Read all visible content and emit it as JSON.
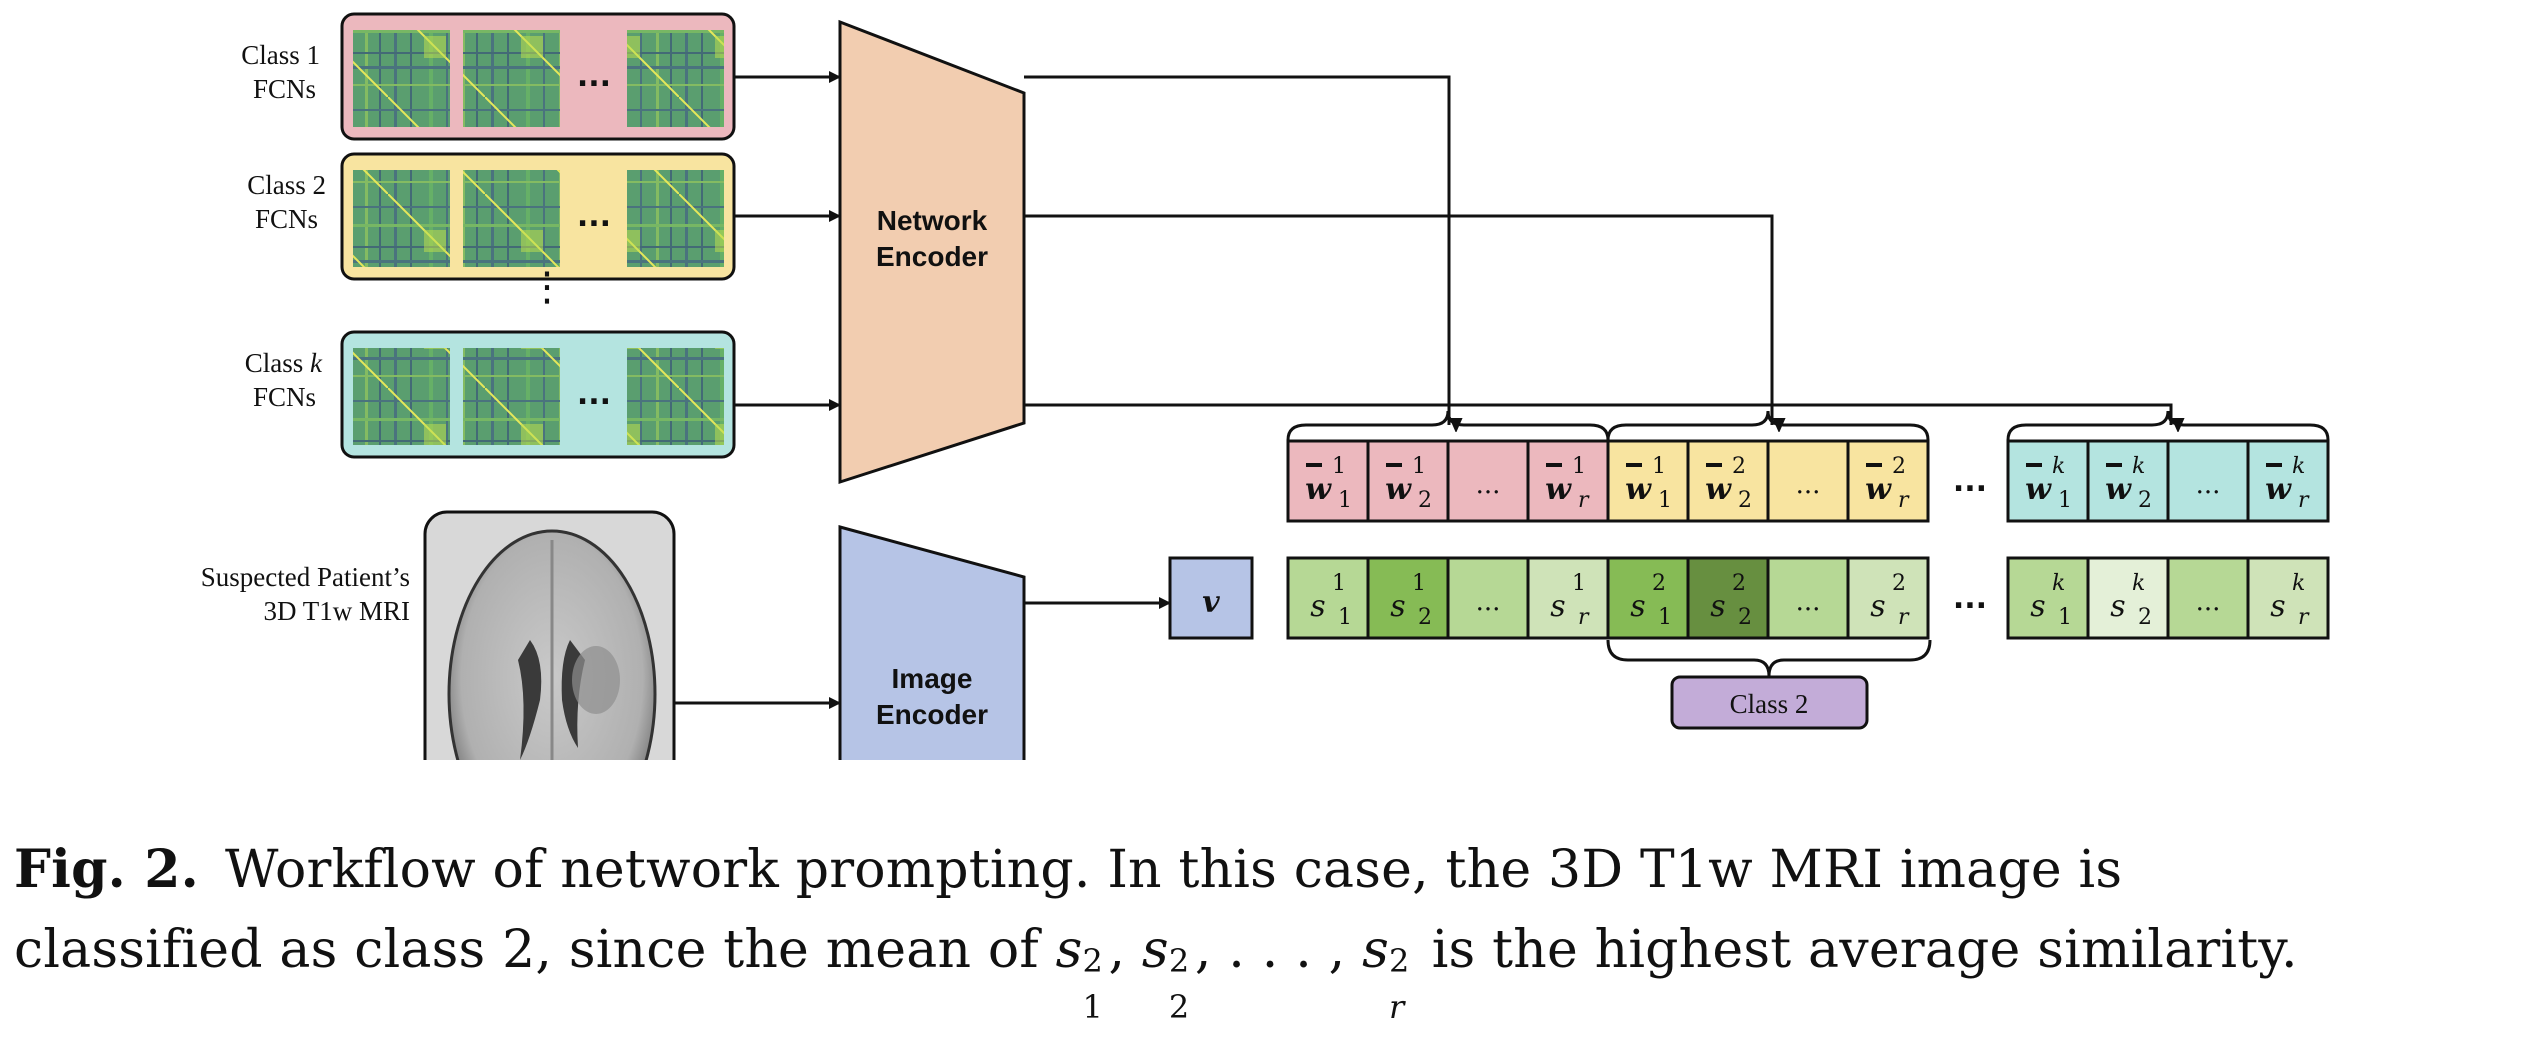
{
  "figure": {
    "fcn_groups": [
      {
        "label_line1": "Class 1",
        "label_line2": "FCNs",
        "color": "#ecb8be",
        "ellipsis": "..."
      },
      {
        "label_line1": "Class 2",
        "label_line2": "FCNs",
        "color": "#f8e4a0",
        "ellipsis": "..."
      },
      {
        "label_line1": "Class ",
        "label_italic": "k",
        "label_line2": "FCNs",
        "color": "#b4e4e0",
        "ellipsis": "..."
      }
    ],
    "vertical_ellipsis": "⋮",
    "network_encoder": {
      "line1": "Network",
      "line2": "Encoder",
      "color": "#f2cdb0"
    },
    "image_encoder": {
      "line1": "Image",
      "line2": "Encoder",
      "color": "#b6c4e6"
    },
    "mri_label_line1": "Suspected Patient’s",
    "mri_label_line2": "3D T1w MRI",
    "v_box": {
      "symbol": "v",
      "color": "#b6c4e6"
    },
    "weight_groups": [
      {
        "superscript": "1",
        "color": "#ecb8be",
        "cells": [
          {
            "sub": "1",
            "sup": "1"
          },
          {
            "sub": "2",
            "sup": "1"
          },
          {
            "text": "..."
          },
          {
            "sub": "r",
            "sup": "1"
          }
        ]
      },
      {
        "superscript": "2",
        "color": "#f8e4a0",
        "cells": [
          {
            "sub": "1",
            "sup": "1"
          },
          {
            "sub": "2",
            "sup": "2"
          },
          {
            "text": "..."
          },
          {
            "sub": "r",
            "sup": "2"
          }
        ]
      },
      {
        "superscript": "k",
        "color": "#b4e4e0",
        "cells": [
          {
            "sub": "1",
            "sup": "k"
          },
          {
            "sub": "2",
            "sup": "k"
          },
          {
            "text": "..."
          },
          {
            "sub": "r",
            "sup": "k"
          }
        ]
      }
    ],
    "similarity_groups": [
      {
        "cells": [
          {
            "sub": "1",
            "sup": "1",
            "color": "#b6d895"
          },
          {
            "sub": "2",
            "sup": "1",
            "color": "#86bb55"
          },
          {
            "text": "...",
            "color": "#b6d895"
          },
          {
            "sub": "r",
            "sup": "1",
            "color": "#cfe3b8"
          }
        ]
      },
      {
        "cells": [
          {
            "sub": "1",
            "sup": "2",
            "color": "#86bb55"
          },
          {
            "sub": "2",
            "sup": "2",
            "color": "#678f40"
          },
          {
            "text": "...",
            "color": "#b6d895"
          },
          {
            "sub": "r",
            "sup": "2",
            "color": "#cfe3b8"
          }
        ]
      },
      {
        "cells": [
          {
            "sub": "1",
            "sup": "k",
            "color": "#b6d895"
          },
          {
            "sub": "2",
            "sup": "k",
            "color": "#e4f0d8"
          },
          {
            "text": "...",
            "color": "#b6d895"
          },
          {
            "sub": "r",
            "sup": "k",
            "color": "#cfe3b8"
          }
        ]
      }
    ],
    "row_ellipsis": "...",
    "result_label": "Class 2",
    "result_color": "#c3acd8",
    "weight_symbol": "w",
    "similarity_symbol": "s"
  },
  "caption": {
    "fig_number": "Fig. 2.",
    "line1_text": "Workflow of network prompting. In this case, the 3D T1w MRI image is",
    "line2_prefix": "classified as class 2, since the mean of ",
    "line2_suffix": " is the highest average similarity.",
    "math_terms": [
      {
        "sym": "s",
        "sup": "2",
        "sub": "1",
        "after": ", "
      },
      {
        "sym": "s",
        "sup": "2",
        "sub": "2",
        "after": ", . . . , "
      },
      {
        "sym": "s",
        "sup": "2",
        "sub": "r",
        "after": ""
      }
    ]
  }
}
